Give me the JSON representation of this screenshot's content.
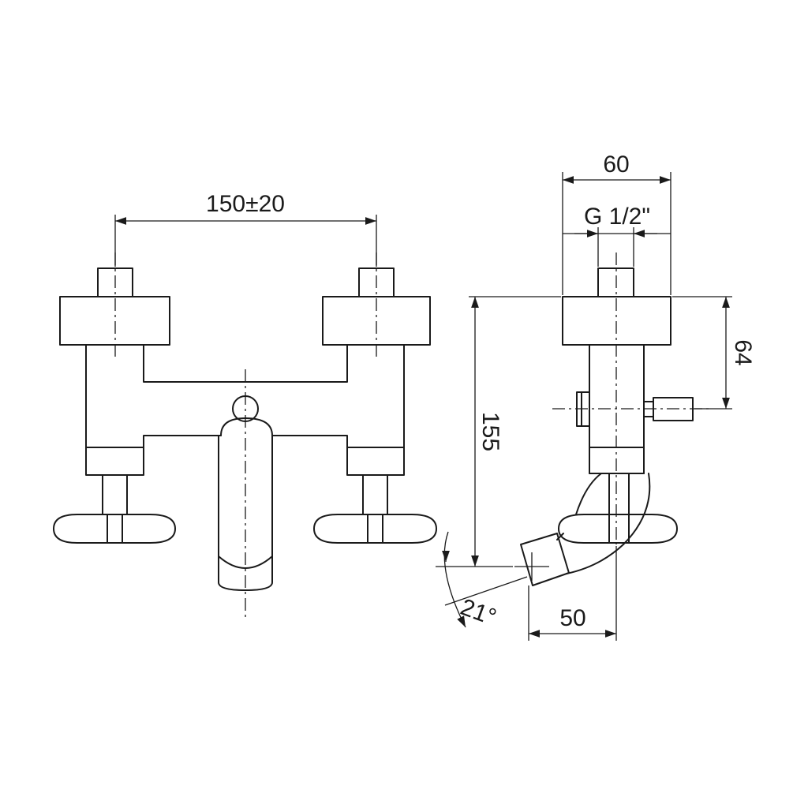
{
  "dimensions": {
    "spacing": "150±20",
    "width": "60",
    "thread": "G 1/2\"",
    "height": "155",
    "offset": "64",
    "projection": "50",
    "angle": "21°"
  }
}
